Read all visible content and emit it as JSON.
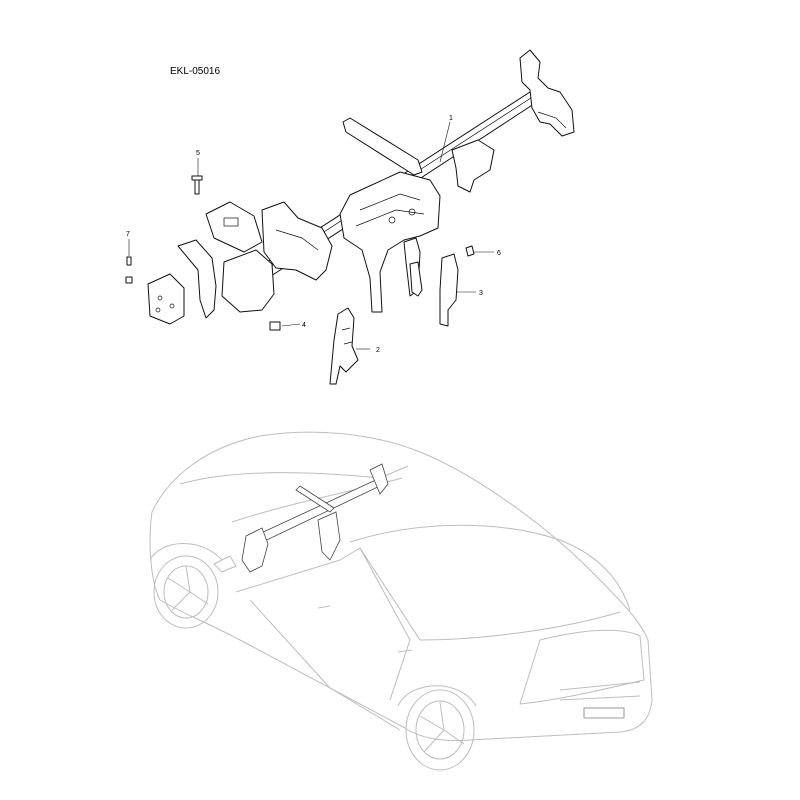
{
  "diagram_code": "EKL-05016",
  "callouts": [
    {
      "label": "1"
    },
    {
      "label": "2"
    },
    {
      "label": "3"
    },
    {
      "label": "4"
    },
    {
      "label": "5"
    },
    {
      "label": "6"
    },
    {
      "label": "7"
    }
  ]
}
